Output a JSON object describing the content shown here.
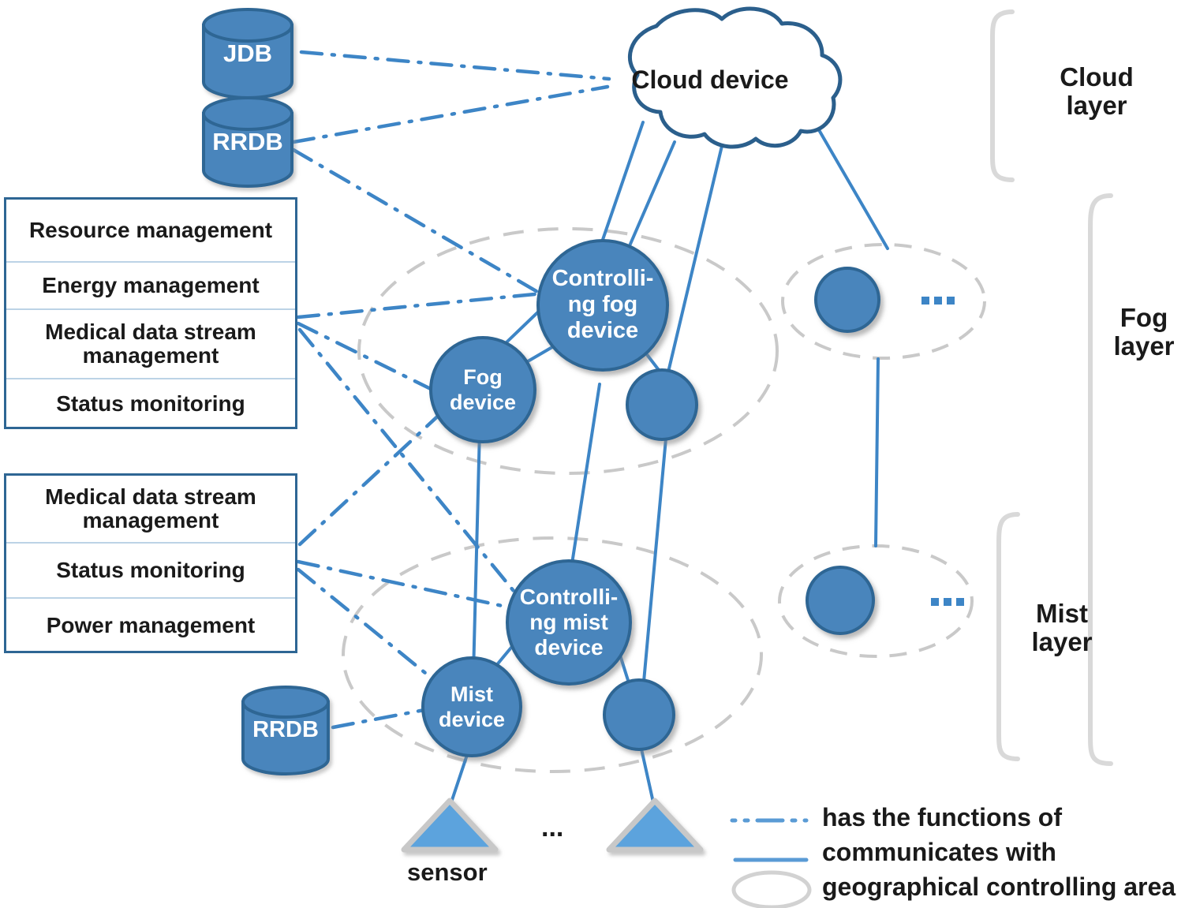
{
  "title": "Mist-Fog-Cloud healthcare architecture diagram",
  "cloud": {
    "label": "Cloud device"
  },
  "databases": [
    {
      "id": "jdb-top",
      "label": "JDB"
    },
    {
      "id": "rrdb-top",
      "label": "RRDB"
    },
    {
      "id": "rrdb-mist",
      "label": "RRDB"
    }
  ],
  "management_boxes": [
    {
      "id": "fog-management-box",
      "rows": [
        "Resource management",
        "Energy management",
        "Medical data stream management",
        "Status monitoring"
      ]
    },
    {
      "id": "mist-management-box",
      "rows": [
        "Medical data stream management",
        "Status monitoring",
        "Power management"
      ]
    }
  ],
  "fog_layer": {
    "controlling_node": "Controlli-\nng fog\ndevice",
    "controlling_lines": [
      "Controlli-",
      "ng fog",
      "device"
    ],
    "plain_node": "Fog\ndevice",
    "plain_lines": [
      "Fog",
      "device"
    ],
    "ellipsis": "..."
  },
  "mist_layer": {
    "controlling_node": "Controlli-\nng mist\ndevice",
    "controlling_lines": [
      "Controlli-",
      "ng mist",
      "device"
    ],
    "plain_node": "Mist\ndevice",
    "plain_lines": [
      "Mist",
      "device"
    ],
    "ellipsis": "..."
  },
  "sensors": {
    "label": "sensor",
    "ellipsis": "..."
  },
  "layer_labels": [
    {
      "id": "cloud-layer",
      "lines": [
        "Cloud",
        "layer"
      ]
    },
    {
      "id": "fog-layer",
      "lines": [
        "Fog",
        "layer"
      ]
    },
    {
      "id": "mist-layer",
      "lines": [
        "Mist",
        "layer"
      ]
    }
  ],
  "legend": [
    {
      "id": "has-functions",
      "style": "dash-dot",
      "label": "has the functions of"
    },
    {
      "id": "communicates",
      "style": "solid",
      "label": "communicates with"
    },
    {
      "id": "geo-area",
      "style": "ellipse",
      "label": "geographical controlling area"
    }
  ],
  "colors": {
    "node_fill": "#4a85bc",
    "node_stroke": "#2e6694",
    "link": "#3d85c6",
    "cloud_stroke": "#2b5f8c",
    "area_ellipse": "#c9c9c9",
    "brace": "#d9d9d9",
    "sensor_fill": "#5ba3dd",
    "sensor_stroke": "#c8c8c8",
    "box_border": "#2e6694",
    "box_divider": "#bcd3e6",
    "text_dark": "#1a1a1a"
  }
}
